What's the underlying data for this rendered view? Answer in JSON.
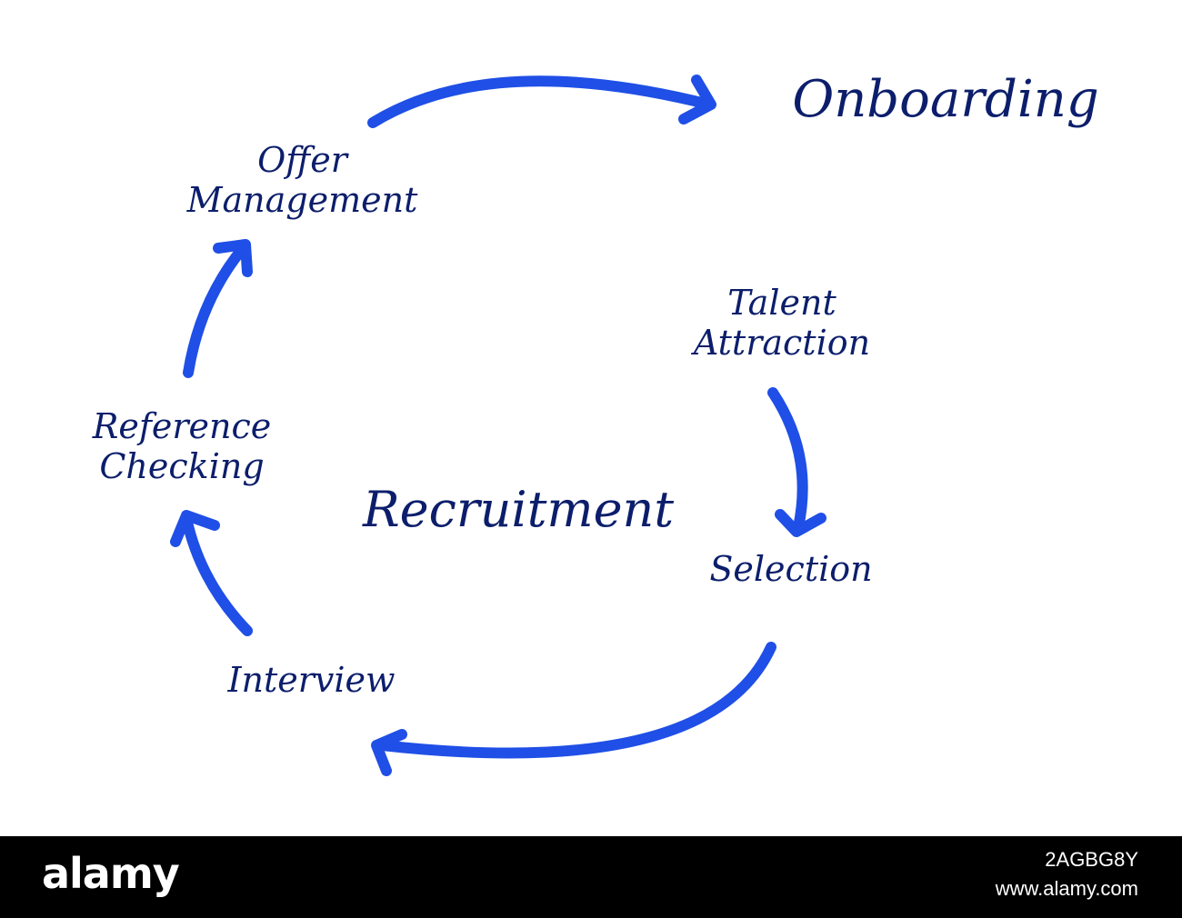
{
  "diagram": {
    "center_label": "Recruitment",
    "stages": {
      "talent_attraction": [
        "Talent",
        "Attraction"
      ],
      "selection": "Selection",
      "interview": "Interview",
      "reference_checking": [
        "Reference",
        "Checking"
      ],
      "offer_management": [
        "Offer",
        "Management"
      ],
      "onboarding": "Onboarding"
    },
    "arrow_color": "#1f4fe6",
    "text_color": "#0c1e6b"
  },
  "footer": {
    "watermark": "alamy",
    "image_id": "2AGBG8Y",
    "site": "www.alamy.com"
  }
}
